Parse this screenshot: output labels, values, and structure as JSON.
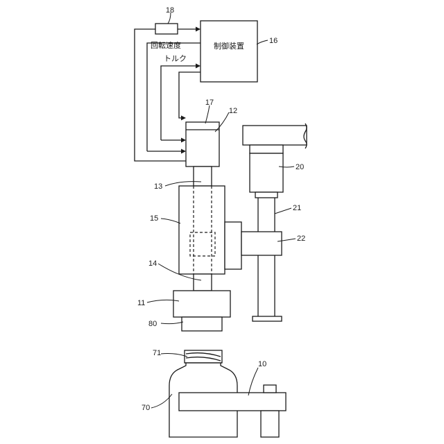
{
  "labels": {
    "controller": "制御装置",
    "rotation_speed": "回転速度",
    "torque": "トルク"
  },
  "refs": {
    "r10": "10",
    "r11": "11",
    "r12": "12",
    "r13": "13",
    "r14": "14",
    "r15": "15",
    "r16": "16",
    "r17": "17",
    "r18": "18",
    "r20": "20",
    "r21": "21",
    "r22": "22",
    "r70": "70",
    "r71": "71",
    "r80": "80"
  }
}
